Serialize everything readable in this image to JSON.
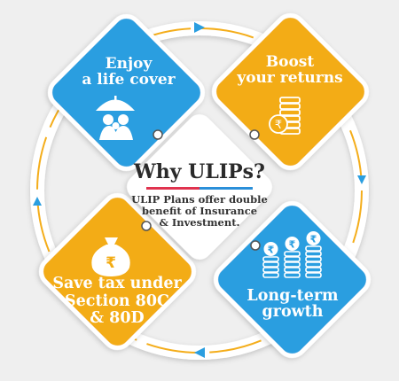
{
  "colors": {
    "blue": "#2a9ee0",
    "orange": "#f3ac14",
    "ring": "#ffffff",
    "ring_dash": "#f4ad1a",
    "background": "#efefef",
    "accent_red": "#e0334f",
    "accent_blue": "#2a8fd9"
  },
  "center": {
    "title": "Why ULIPs?",
    "description": [
      "ULIP Plans offer double",
      "benefit of Insurance",
      "& Investment."
    ]
  },
  "benefits": {
    "enjoy": {
      "lines": [
        "Enjoy",
        "a life cover"
      ],
      "icon": "umbrella-family-icon"
    },
    "boost": {
      "lines": [
        "Boost",
        "your returns"
      ],
      "icon": "rupee-coin-stack-icon"
    },
    "save": {
      "lines": [
        "Save tax under",
        "Section 80C",
        "& 80D"
      ],
      "icon": "rupee-money-bag-icon"
    },
    "long": {
      "lines": [
        "Long-term",
        "growth"
      ],
      "icon": "rupee-coin-towers-icon"
    }
  }
}
